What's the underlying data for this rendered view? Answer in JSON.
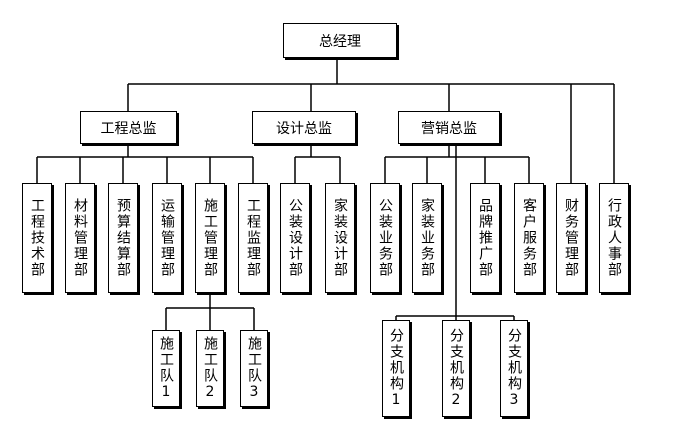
{
  "org": {
    "root": "总经理",
    "directors": {
      "engineering": "工程总监",
      "design": "设计总监",
      "marketing": "营销总监"
    },
    "engineering_depts": [
      "工程技术部",
      "材料管理部",
      "预算结算部",
      "运输管理部",
      "施工管理部",
      "工程监理部"
    ],
    "construction_teams": [
      "施工队1",
      "施工队2",
      "施工队3"
    ],
    "design_depts": [
      "公装设计部",
      "家装设计部"
    ],
    "marketing_depts": [
      "公装业务部",
      "家装业务部",
      "品牌推广部",
      "客户服务部"
    ],
    "branches": [
      "分支机构1",
      "分支机构2",
      "分支机构3"
    ],
    "direct_depts": [
      "财务管理部",
      "行政人事部"
    ]
  }
}
